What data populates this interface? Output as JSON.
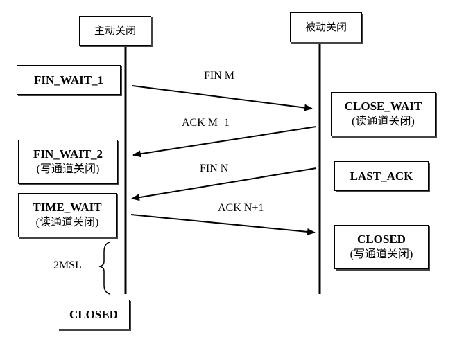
{
  "endpoints": {
    "active_close": "主动关闭",
    "passive_close": "被动关闭"
  },
  "left_states": {
    "fin_wait_1": {
      "name": "FIN_WAIT_1"
    },
    "fin_wait_2": {
      "name": "FIN_WAIT_2",
      "note": "(写通道关闭)"
    },
    "time_wait": {
      "name": "TIME_WAIT",
      "note": "(读通道关闭)"
    },
    "closed": {
      "name": "CLOSED"
    }
  },
  "right_states": {
    "close_wait": {
      "name": "CLOSE_WAIT",
      "note": "(读通道关闭)"
    },
    "last_ack": {
      "name": "LAST_ACK"
    },
    "closed": {
      "name": "CLOSED",
      "note": "(写通道关闭)"
    }
  },
  "messages": {
    "fin_m": "FIN M",
    "ack_m1": "ACK M+1",
    "fin_n": "FIN N",
    "ack_n1": "ACK N+1"
  },
  "timer": {
    "label": "2MSL"
  }
}
